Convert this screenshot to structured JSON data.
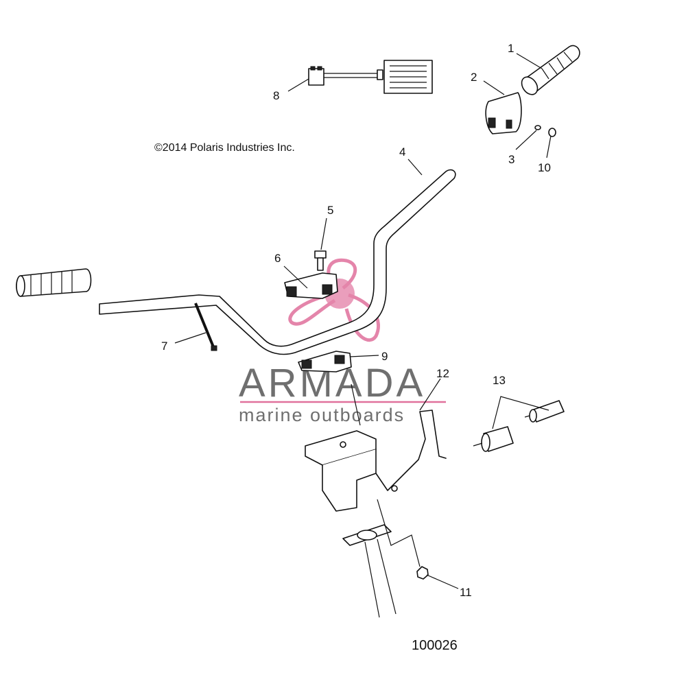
{
  "copyright": "©2014 Polaris Industries Inc.",
  "figure_number": "100026",
  "watermark": {
    "brand": "ARMADA",
    "tagline": "marine outboards",
    "colors": {
      "pink": "#e0709c",
      "gray": "#6f6f6f"
    }
  },
  "callouts": {
    "c1": "1",
    "c2": "2",
    "c3": "3",
    "c4": "4",
    "c5": "5",
    "c6": "6",
    "c7": "7",
    "c8": "8",
    "c9": "9",
    "c10": "10",
    "c11": "11",
    "c12": "12",
    "c13": "13"
  }
}
